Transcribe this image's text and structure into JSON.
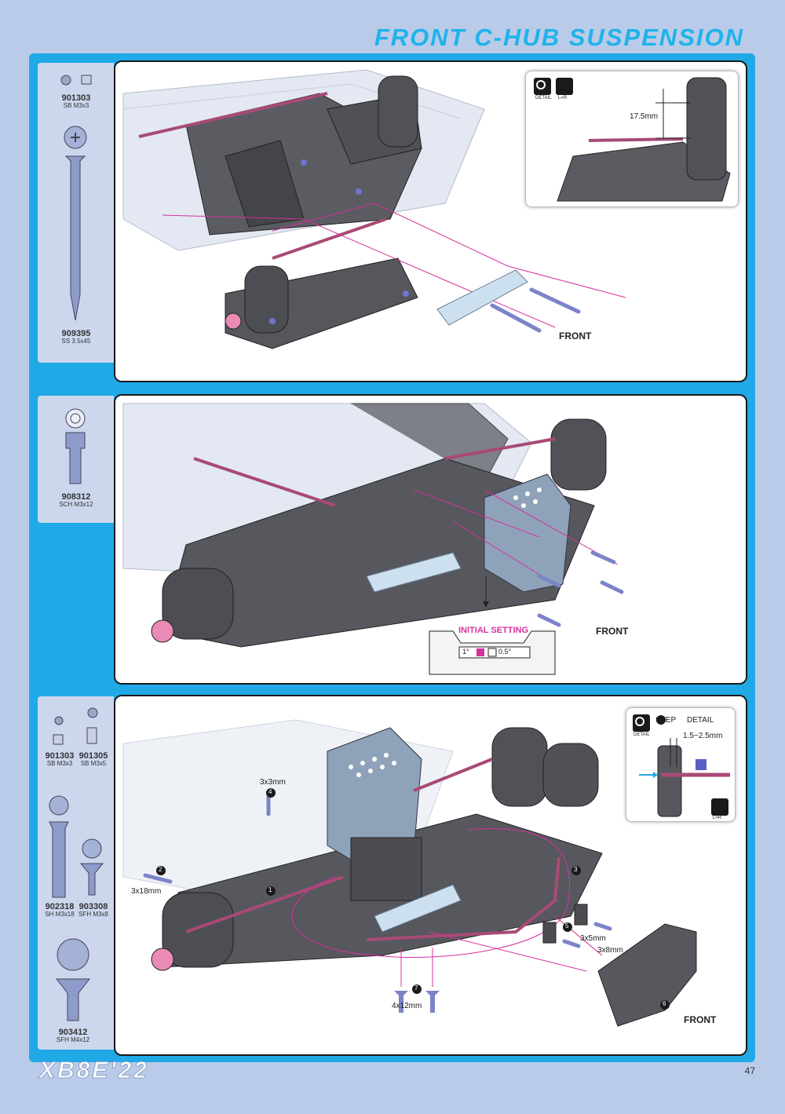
{
  "header": {
    "title": "FRONT C-HUB SUSPENSION"
  },
  "footer": {
    "logo": "XB8E'22",
    "page_number": "47"
  },
  "steps": [
    {
      "parts": [
        {
          "code": "901303",
          "desc": "SB M3x3"
        },
        {
          "code": "909395",
          "desc": "SS 3.5x45"
        }
      ],
      "detail": {
        "dimension": "17.5mm",
        "icon_detail": "DETAIL",
        "icon_lr": "L=R"
      },
      "front": "FRONT"
    },
    {
      "parts": [
        {
          "code": "908312",
          "desc": "SCH M3x12"
        }
      ],
      "initial_setting": {
        "label": "INITIAL SETTING",
        "angle_a": "1°",
        "angle_b": "0.5°"
      },
      "front": "FRONT"
    },
    {
      "parts": [
        {
          "code": "901303",
          "desc": "SB M3x3"
        },
        {
          "code": "901305",
          "desc": "SB M3x5"
        },
        {
          "code": "902318",
          "desc": "SH M3x18"
        },
        {
          "code": "903308",
          "desc": "SFH M3x8"
        },
        {
          "code": "903412",
          "desc": "SFH M4x12"
        }
      ],
      "detail": {
        "title": "STEP",
        "step_ref": "4",
        "title_suffix": "DETAIL",
        "dimension": "1.5~2.5mm",
        "icon_detail": "DETAIL",
        "icon_lr": "L=R"
      },
      "callouts": {
        "c1": "1",
        "c2": "2",
        "c3": "3",
        "c4": "4",
        "c5": "5",
        "c6": "6",
        "c7": "7",
        "dim_3x3": "3x3mm",
        "dim_3x18": "3x18mm",
        "dim_3x5": "3x5mm",
        "dim_3x8": "3x8mm",
        "dim_4x12": "4x12mm"
      },
      "front": "FRONT"
    }
  ]
}
